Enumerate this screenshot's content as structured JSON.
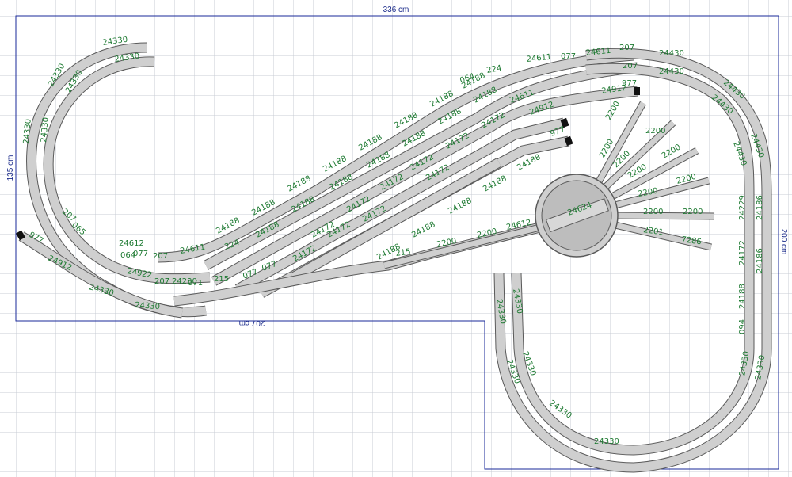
{
  "colors": {
    "grid": "#c8ccd4",
    "outline": "#1a2a9a",
    "track": "#cfcfcf",
    "track_edge": "#5a5a5a",
    "label": "#1e7a32"
  },
  "dimensions": {
    "top": "336 cm",
    "left": "135 cm",
    "right": "200 cm",
    "bottom": "207 cm"
  },
  "track_labels": [
    "24330",
    "24330",
    "24330",
    "24330",
    "24330",
    "24330",
    "24188",
    "24188",
    "24188",
    "24188",
    "24188",
    "24188",
    "24188",
    "24188",
    "24188",
    "24188",
    "24188",
    "24188",
    "24188",
    "24188",
    "24188",
    "24188",
    "24188",
    "24188",
    "24188",
    "24188",
    "24172",
    "24172",
    "24172",
    "24172",
    "24172",
    "24172",
    "24172",
    "24172",
    "24172",
    "24172",
    "24611",
    "24611",
    "24611",
    "24611",
    "077",
    "077",
    "077",
    "077",
    "207",
    "207",
    "207",
    "207",
    "224",
    "224",
    "064",
    "064",
    "24430",
    "24430",
    "24430",
    "24430",
    "24430",
    "24430",
    "24912",
    "24912",
    "24912",
    "977",
    "977",
    "977",
    "24229",
    "24186",
    "24186",
    "24172",
    "24188",
    "094",
    "24330",
    "24330",
    "2200",
    "2200",
    "2200",
    "2200",
    "2200",
    "2200",
    "2200",
    "2200",
    "2200",
    "2200",
    "2200",
    "2200",
    "2201",
    "7286",
    "24612",
    "24624",
    "24922",
    "215",
    "215",
    "207",
    "071",
    "065",
    "24230",
    "24612",
    "24330",
    "24330",
    "24330",
    "24330",
    "24330",
    "24330",
    "24330",
    "24330"
  ]
}
